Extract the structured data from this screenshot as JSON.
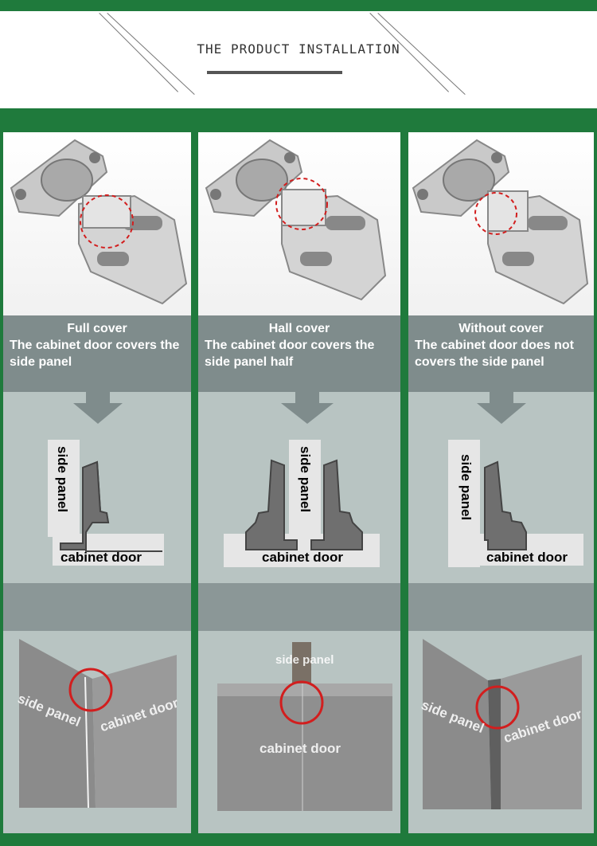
{
  "header": {
    "title": "THE PRODUCT INSTALLATION"
  },
  "panels": [
    {
      "title": "Full cover",
      "description": "The cabinet door covers the side panel",
      "diagram": {
        "side_label": "side panel",
        "door_label": "cabinet door"
      },
      "wood": {
        "side_label": "side panel",
        "door_label": "cabinet door"
      }
    },
    {
      "title": "Hall cover",
      "description": "The cabinet door covers the side panel half",
      "diagram": {
        "side_label": "side panel",
        "door_label": "cabinet door"
      },
      "wood": {
        "side_label": "side panel",
        "door_label": "cabinet door"
      }
    },
    {
      "title": "Without cover",
      "description": "The cabinet door does not covers the side panel",
      "diagram": {
        "side_label": "side panel",
        "door_label": "cabinet door"
      },
      "wood": {
        "side_label": "side panel",
        "door_label": "cabinet door"
      }
    }
  ],
  "colors": {
    "green": "#1f7a3c",
    "caption_bg": "#7f8c8c",
    "panel_bg": "#b8c4c2",
    "highlight_circle": "#d21e1e"
  }
}
